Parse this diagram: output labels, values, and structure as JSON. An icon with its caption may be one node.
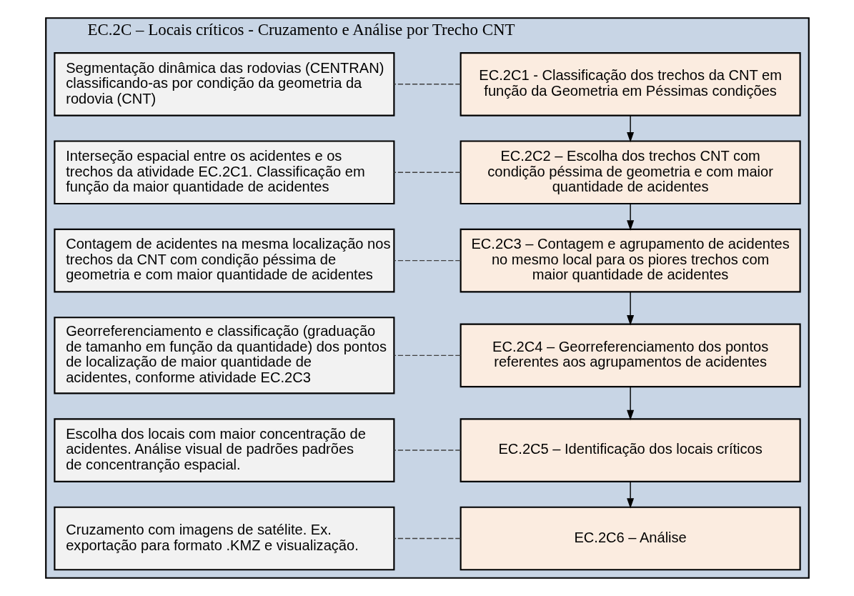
{
  "diagram": {
    "nodes": [
      {
        "text": [
          "EC.2C – Locais críticos - Cruzamento e Análise por Trecho CNT"
        ]
      },
      {
        "text": [
          "EC.2C1 - Classificação dos trechos da CNT em função da Geometria em Péssimas condições"
        ],
        "in": 0
      },
      {
        "text": [
          "EC.2C2 – Escolha dos trechos CNT com condição péssima de geometria e com maior quantidade de acidentes"
        ],
        "in": 0
      },
      {
        "text": [
          "EC.2C3 – Contagem e agrupamento de acidentes no mesmo local para os piores trechos com maior quantidade de acidentes"
        ],
        "in": 0
      },
      {
        "text": [
          "EC.2C4 – Georreferenciamento dos pontos referentes aos agrupamentos de acidentes"
        ],
        "in": 0
      },
      {
        "text": [
          "EC.2C5 – Identificação dos locais críticos"
        ],
        "in": 0
      },
      {
        "text": [
          "EC.2C6 – Análise"
        ],
        "in": 0
      },
      {
        "text": [
          "Segmentação dinâmica das rodovias (CENTRAN) classificando-as por condição da geometria da rodovia (CNT)"
        ],
        "in": 0
      },
      {
        "text": [
          "Interseção espacial entre os acidentes e os trechos da atividade EC.2C1. Classificação em função da maior quantidade de acidentes"
        ],
        "in": 0
      },
      {
        "text": [
          "Contagem de acidentes na mesma localização nos trechos da CNT com condição péssima de geometria e com maior quantidade de acidentes"
        ],
        "in": 0
      },
      {
        "text": [
          "Georreferenciamento e classificação (graduação de tamanho em função da quantidade) dos pontos de localização de maior quantidade de acidentes, conforme atividade EC.2C3"
        ],
        "in": 0
      },
      {
        "text": [
          "Escolha dos locais com maior concentração de acidentes. Análise visual de padrões padrões de concentranção espacial."
        ],
        "in": 0
      },
      {
        "text": [
          "Cruzamento com imagens de satélite. Ex. exportação para formato .KMZ e visualização."
        ],
        "in": 0
      }
    ],
    "edges": [
      {
        "from": 1,
        "to": 2,
        "arrow": "to"
      },
      {
        "from": 2,
        "to": 3,
        "arrow": "to"
      },
      {
        "from": 3,
        "to": 4,
        "arrow": "to"
      },
      {
        "from": 4,
        "to": 5,
        "arrow": "to"
      },
      {
        "from": 5,
        "to": 6,
        "arrow": "to"
      },
      {
        "from": 1,
        "to": 7,
        "arrow": "none",
        "style": "dashed"
      },
      {
        "from": 2,
        "to": 8,
        "arrow": "none",
        "style": "dashed"
      },
      {
        "from": 3,
        "to": 9,
        "arrow": "none",
        "style": "dashed"
      },
      {
        "from": 4,
        "to": 10,
        "arrow": "none",
        "style": "dashed"
      },
      {
        "from": 5,
        "to": 11,
        "arrow": "none",
        "style": "dashed"
      },
      {
        "from": 6,
        "to": 12,
        "arrow": "none",
        "style": "dashed"
      }
    ]
  }
}
